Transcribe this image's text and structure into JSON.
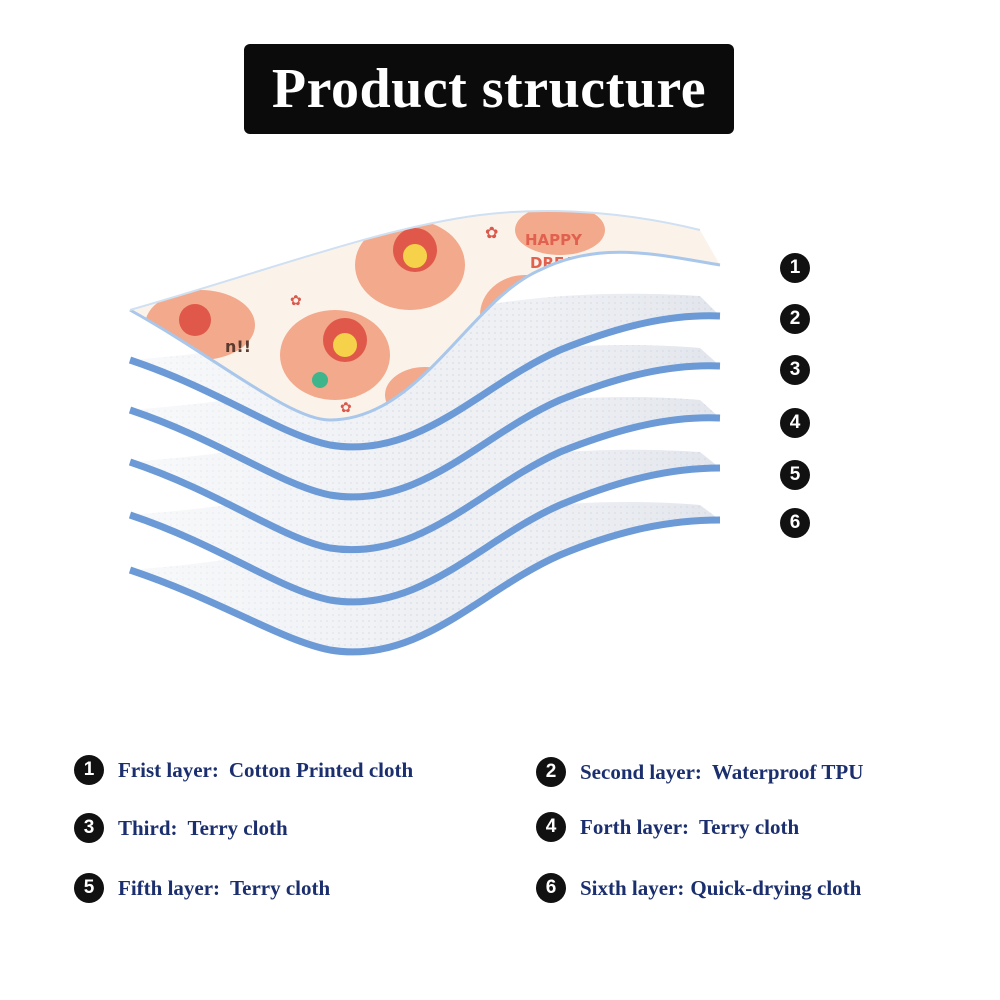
{
  "title": "Product structure",
  "colors": {
    "title_bg": "#0b0b0b",
    "edge_blue": "#6b9ad6",
    "layer_face": "#eef0f4",
    "print_bg": "#fbf3ea",
    "legend_text": "#1b2f6e",
    "badge": "#111111"
  },
  "markers": [
    "1",
    "2",
    "3",
    "4",
    "5",
    "6"
  ],
  "print_text": [
    "HAPPY",
    "DREAM!",
    "n!!"
  ],
  "legend": [
    {
      "num": "1",
      "label": "Frist layer:",
      "value": "Cotton Printed cloth"
    },
    {
      "num": "2",
      "label": "Second layer:",
      "value": "Waterproof TPU"
    },
    {
      "num": "3",
      "label": "Third:",
      "value": "Terry cloth"
    },
    {
      "num": "4",
      "label": "Forth layer:",
      "value": "Terry cloth"
    },
    {
      "num": "5",
      "label": "Fifth layer:",
      "value": "Terry cloth"
    },
    {
      "num": "6",
      "label": "Sixth layer:",
      "value": "Quick-drying cloth"
    }
  ]
}
